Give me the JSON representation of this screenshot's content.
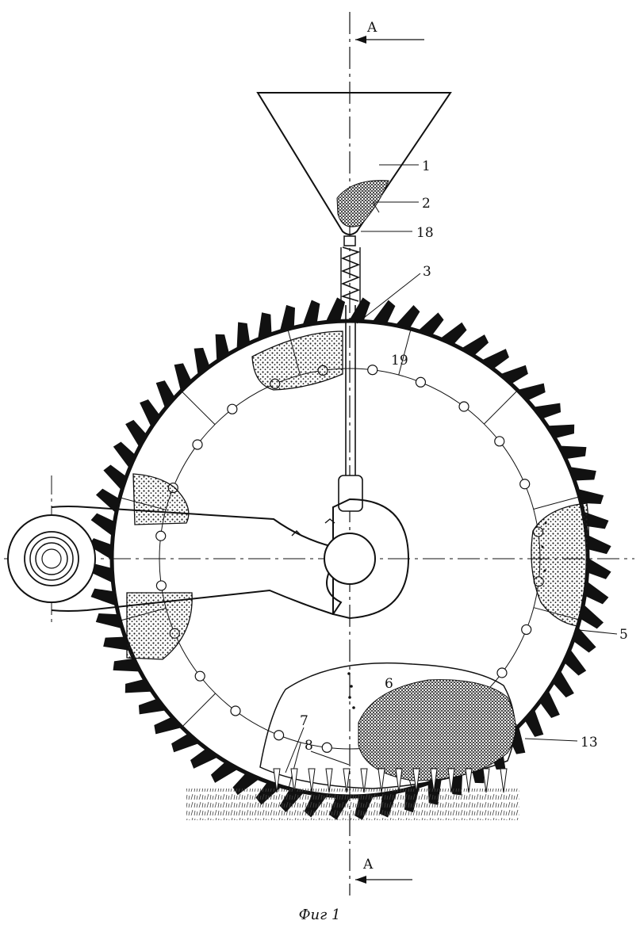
{
  "figure": {
    "caption": "Фиг 1",
    "section_marks": {
      "top": "A",
      "bottom": "A"
    },
    "callouts": [
      {
        "id": "c1",
        "text": "1"
      },
      {
        "id": "c2",
        "text": "2"
      },
      {
        "id": "c18",
        "text": "18"
      },
      {
        "id": "c3",
        "text": "3"
      },
      {
        "id": "c19",
        "text": "19"
      },
      {
        "id": "c5",
        "text": "5"
      },
      {
        "id": "c6",
        "text": "6"
      },
      {
        "id": "c7",
        "text": "7"
      },
      {
        "id": "c8",
        "text": "8"
      },
      {
        "id": "c13",
        "text": "13"
      }
    ]
  },
  "style": {
    "ink": "#111111",
    "paper": "#ffffff",
    "stipple": "#333333"
  }
}
